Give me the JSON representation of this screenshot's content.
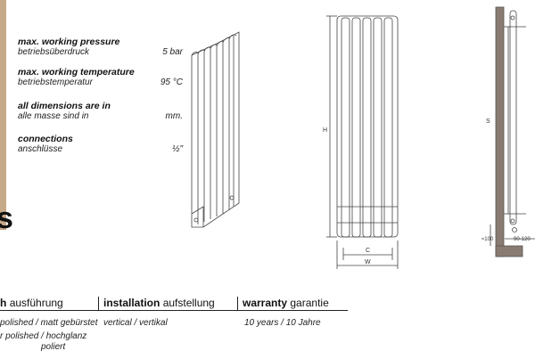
{
  "specs": [
    {
      "label_en": "max. working pressure",
      "label_de": "betriebsüberdruck",
      "value": "5 bar"
    },
    {
      "label_en": "max. working temperature",
      "label_de": "betriebstemperatur",
      "value": "95 °C"
    },
    {
      "label_en": "all dimensions are in",
      "label_de": "alle masse sind in",
      "value": "mm."
    },
    {
      "label_en": "connections",
      "label_de": "anschlüsse",
      "value": "½\""
    }
  ],
  "heading_cut": "s",
  "drawing_labels": {
    "height": "H",
    "center": "C",
    "width": "W",
    "side_height": "S",
    "offset_bottom": "≈100",
    "wall_gap": "90-120"
  },
  "table": {
    "col1": {
      "title_bold": "h",
      "title_rest": "ausführung",
      "rows": [
        "polished / matt gebürstet",
        "r polished / hochglanz",
        "poliert"
      ]
    },
    "col2": {
      "title_bold": "installation",
      "title_rest": "aufstellung",
      "value": "vertical / vertikal"
    },
    "col3": {
      "title_bold": "warranty",
      "title_rest": "garantie",
      "value": "10 years / 10 Jahre"
    }
  },
  "colors": {
    "tan": "#c6a989",
    "wall": "#8a7b72",
    "line": "#333333"
  }
}
